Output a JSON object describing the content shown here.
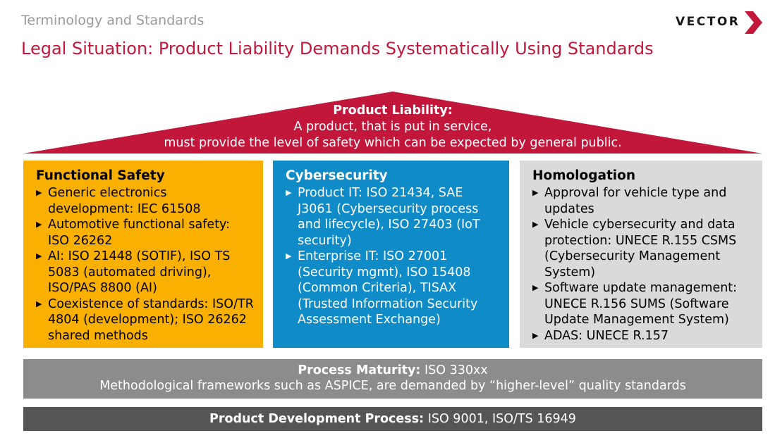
{
  "header": {
    "section": "Terminology and Standards",
    "title": "Legal Situation: Product Liability Demands Systematically Using Standards"
  },
  "logo": {
    "text": "VECTOR",
    "icon": "chevron-right-icon",
    "accent": "#c2173b"
  },
  "colors": {
    "roof": "#c2173b",
    "functional_safety": "#f9b000",
    "cybersecurity": "#0f8bc8",
    "homologation": "#dadada",
    "process_maturity": "#8c8c8c",
    "product_development": "#555555"
  },
  "roof": {
    "title": "Product Liability:",
    "line1": "A product, that is put in service,",
    "line2": "must provide the level of safety which can be expected by general public."
  },
  "pillars": [
    {
      "title": "Functional Safety",
      "items": [
        "Generic electronics development: IEC 61508",
        "Automotive functional safety: ISO 26262",
        "AI: ISO 21448 (SOTIF), ISO TS 5083 (automated driving), ISO/PAS 8800 (AI)",
        "Coexistence of standards: ISO/TR 4804 (development); ISO 26262 shared methods"
      ]
    },
    {
      "title": "Cybersecurity",
      "items": [
        "Product IT: ISO 21434, SAE J3061 (Cybersecurity process and lifecycle), ISO 27403 (IoT security)",
        "Enterprise IT: ISO 27001 (Security mgmt), ISO 15408 (Common Criteria), TISAX (Trusted Information Security Assessment Exchange)"
      ]
    },
    {
      "title": "Homologation",
      "items": [
        "Approval for vehicle type and updates",
        "Vehicle cybersecurity and data protection: UNECE R.155 CSMS (Cybersecurity Management System)",
        "Software update management: UNECE R.156 SUMS (Software Update Management System)",
        "ADAS: UNECE R.157"
      ]
    }
  ],
  "process_maturity": {
    "label": "Process Maturity:",
    "value": " ISO 330xx",
    "description": "Methodological frameworks such as ASPICE, are demanded by “higher-level” quality standards"
  },
  "product_development": {
    "label": "Product Development Process:",
    "value": " ISO 9001, ISO/TS 16949"
  }
}
